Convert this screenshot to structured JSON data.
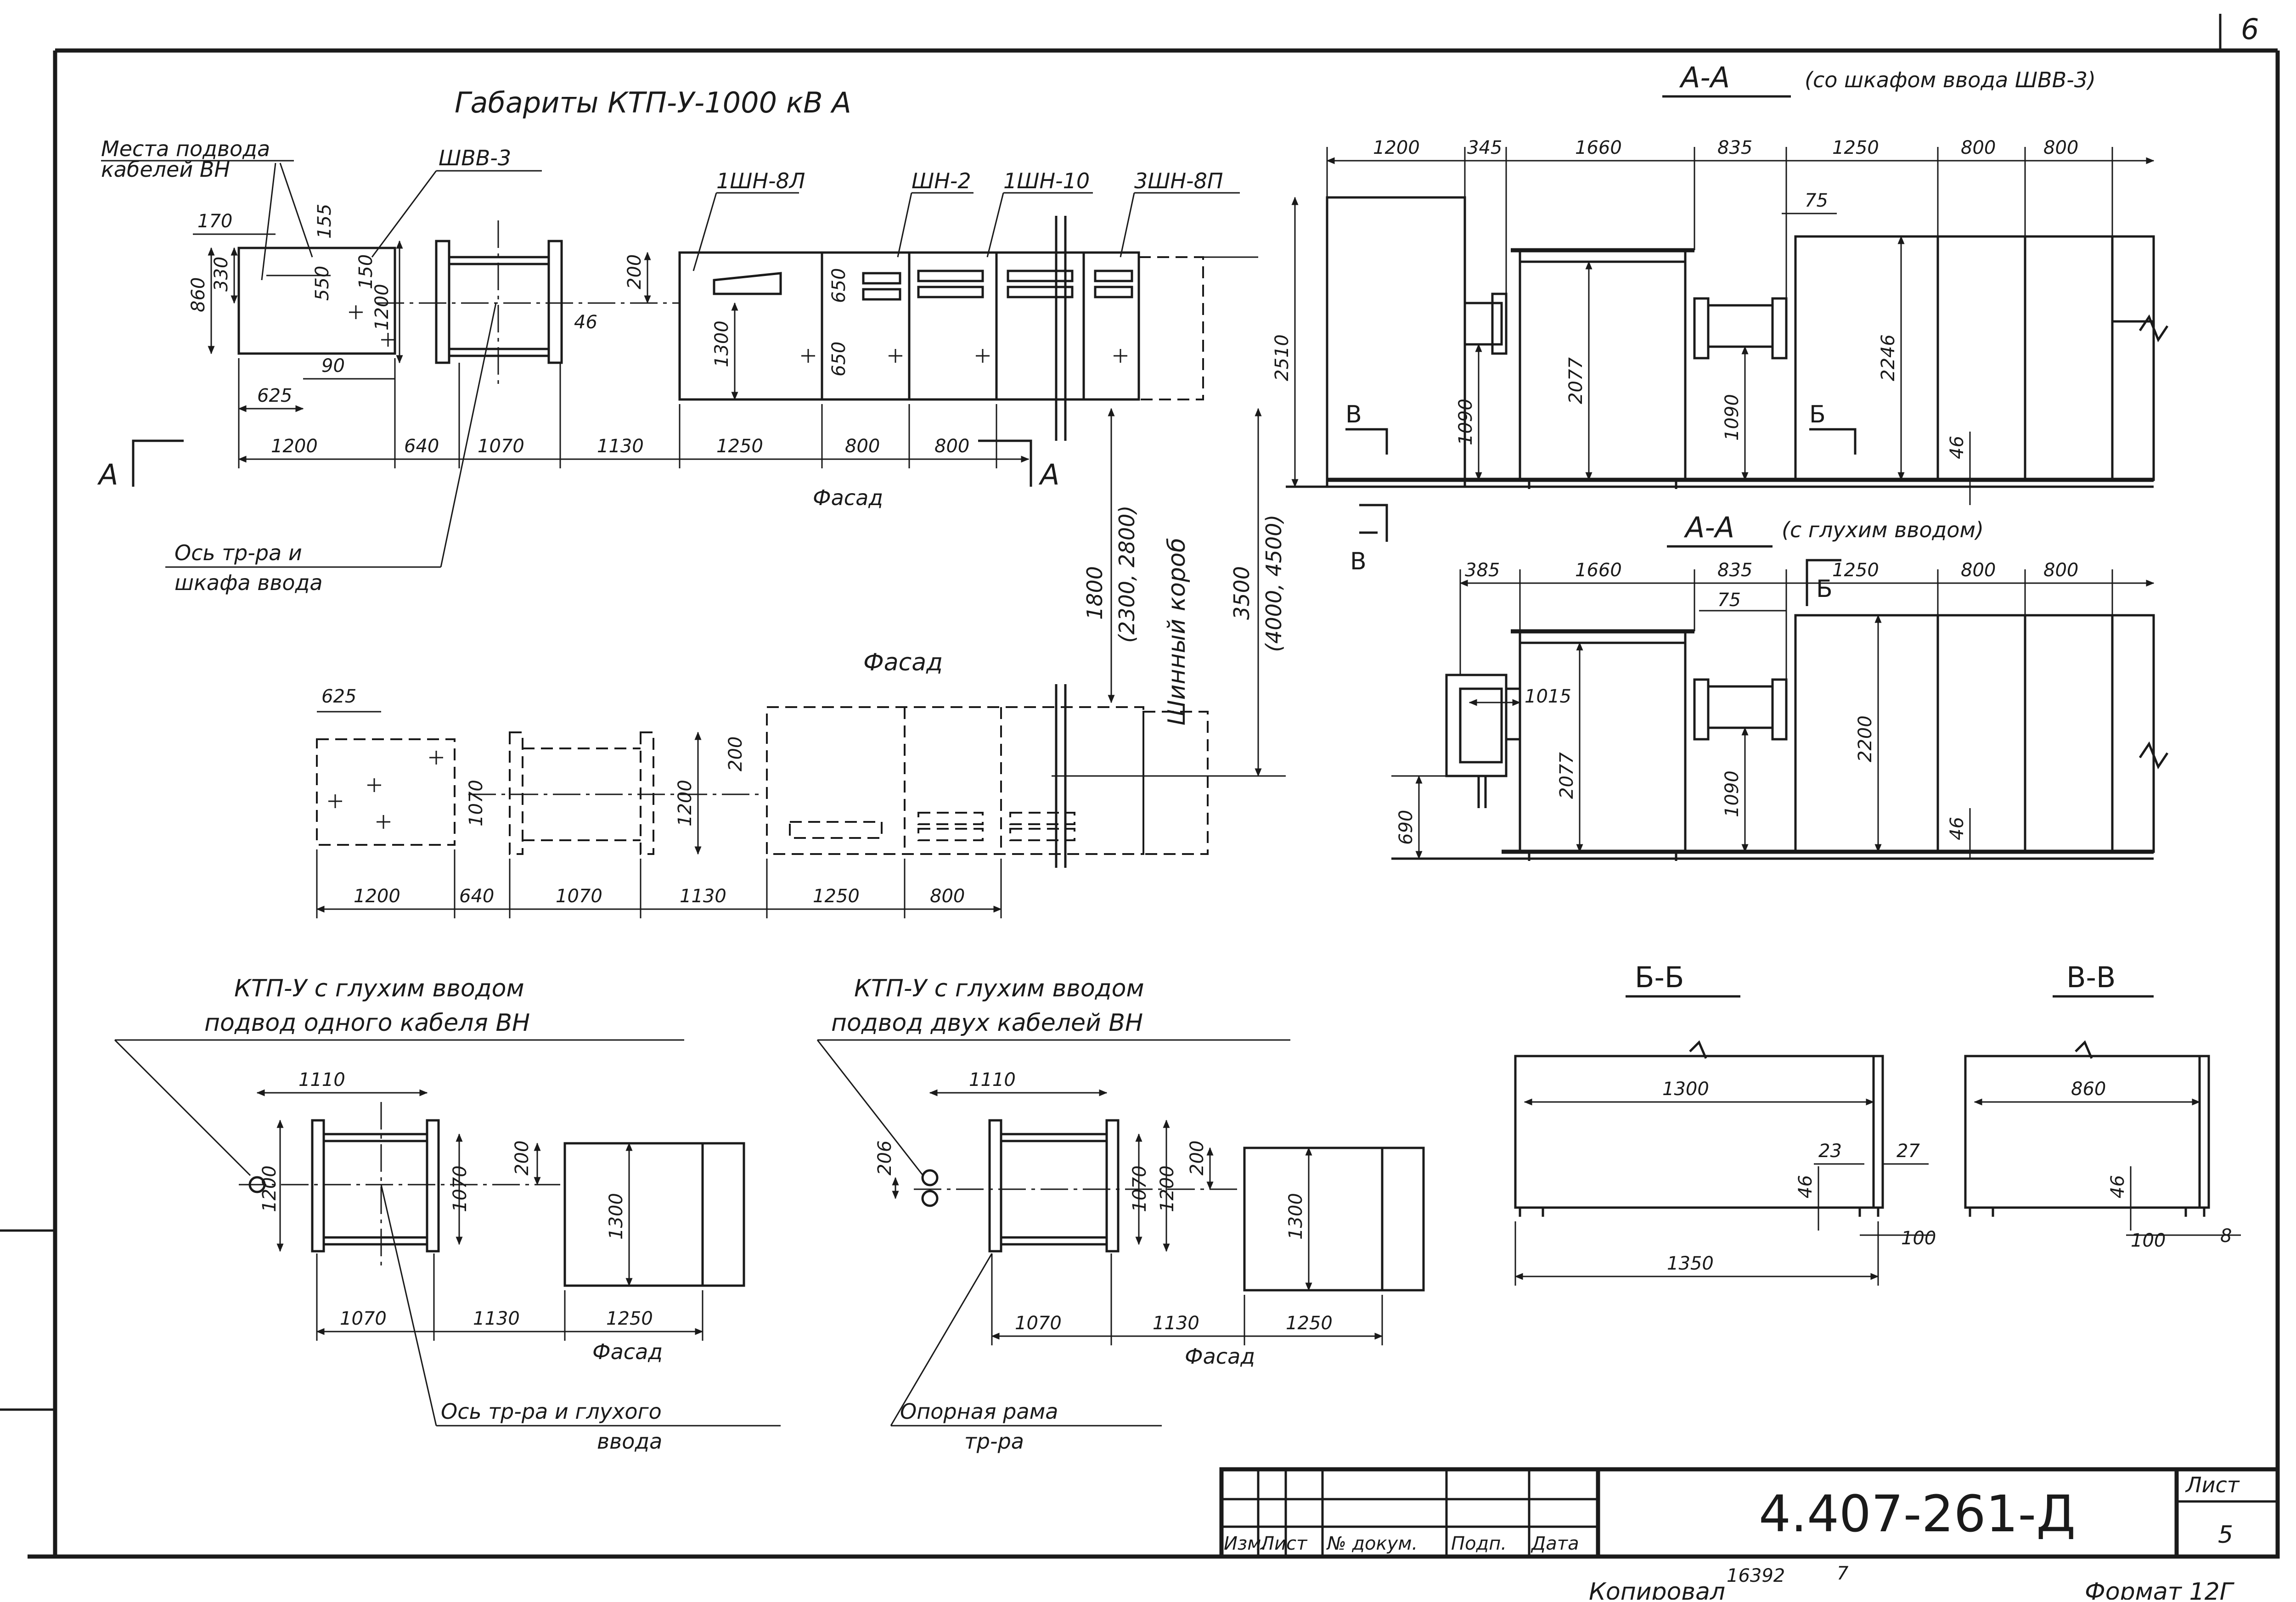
{
  "sheet_corner_number": "6",
  "main_title": "Габариты  КТП-У-1000 кВ А",
  "section_aa1_title": "А-А",
  "section_aa1_sub": "(со шкафом ввода ШВВ-3)",
  "section_aa2_title": "А-А",
  "section_aa2_sub": "(с глухим вводом)",
  "section_bb_title": "Б-Б",
  "section_vv_title": "В-В",
  "labels": {
    "cable_entry_1": "Места подвода",
    "cable_entry_2": "кабелей ВН",
    "shvv3": "ШВВ-3",
    "sh1": "1ШН-8Л",
    "sh2": "ШН-2",
    "sh3": "1ШН-10",
    "sh4": "3ШН-8П",
    "axis_1": "Ось тр-ра и",
    "axis_2": "шкафа ввода",
    "facade_1": "Фасад",
    "facade_2": "Фасад",
    "facade_3": "Фасад",
    "facade_4": "Фасад",
    "busbar": "Шинный короб",
    "marker_a_left": "А",
    "marker_a_right": "А",
    "marker_b1": "Б",
    "marker_b2": "Б",
    "marker_v1": "В",
    "marker_v2": "В",
    "bl_title_1": "КТП-У с глухим вводом",
    "bl_title_2": "подвод одного кабеля ВН",
    "bm_title_1": "КТП-У с глухим вводом",
    "bm_title_2": "подвод двух кабелей ВН",
    "axis_blind_1": "Ось тр-ра и глухого",
    "axis_blind_2": "ввода",
    "support_frame_1": "Опорная рама",
    "support_frame_2": "тр-ра"
  },
  "dims": {
    "top_plan": [
      "1200",
      "640",
      "1070",
      "1130",
      "1250",
      "800",
      "800"
    ],
    "top_left": [
      "170",
      "155",
      "860",
      "330",
      "550",
      "150",
      "1200",
      "90",
      "625",
      "46"
    ],
    "top_facade": [
      "200",
      "1300",
      "650",
      "650"
    ],
    "busbar": [
      "1800",
      "(2300, 2800)",
      "3500",
      "(4000, 4500)"
    ],
    "mid_plan": [
      "1200",
      "640",
      "1070",
      "1130",
      "1250",
      "800"
    ],
    "mid_misc": [
      "625",
      "1070",
      "1200",
      "200"
    ],
    "aa1_top": [
      "1200",
      "345",
      "1660",
      "835",
      "1250",
      "800",
      "800"
    ],
    "aa1_misc": [
      "75",
      "2510",
      "1090",
      "2077",
      "1090",
      "2246",
      "46"
    ],
    "aa2_top": [
      "385",
      "1660",
      "835",
      "1250",
      "800",
      "800"
    ],
    "aa2_misc": [
      "75",
      "1015",
      "2077",
      "690",
      "1090",
      "2200",
      "46"
    ],
    "bl": [
      "1110",
      "1200",
      "200",
      "1070",
      "1300",
      "1070",
      "1130",
      "1250"
    ],
    "bm": [
      "1110",
      "206",
      "200",
      "1070",
      "1200",
      "1300",
      "1070",
      "1130",
      "1250"
    ],
    "bb": [
      "1300",
      "23",
      "27",
      "46",
      "100",
      "1350"
    ],
    "vv": [
      "860",
      "46",
      "100",
      "8"
    ]
  },
  "title_block": {
    "designation": "4.407-261-Д",
    "sheet_label": "Лист",
    "sheet_number": "5",
    "col_izm": "Изм.",
    "col_list": "Лист",
    "col_doc": "№ докум.",
    "col_sign": "Подп.",
    "col_date": "Дата"
  },
  "footer": {
    "copied": "Копировал",
    "copied_num": "16392",
    "copied_sub": "7",
    "format": "Формат 12Г"
  }
}
